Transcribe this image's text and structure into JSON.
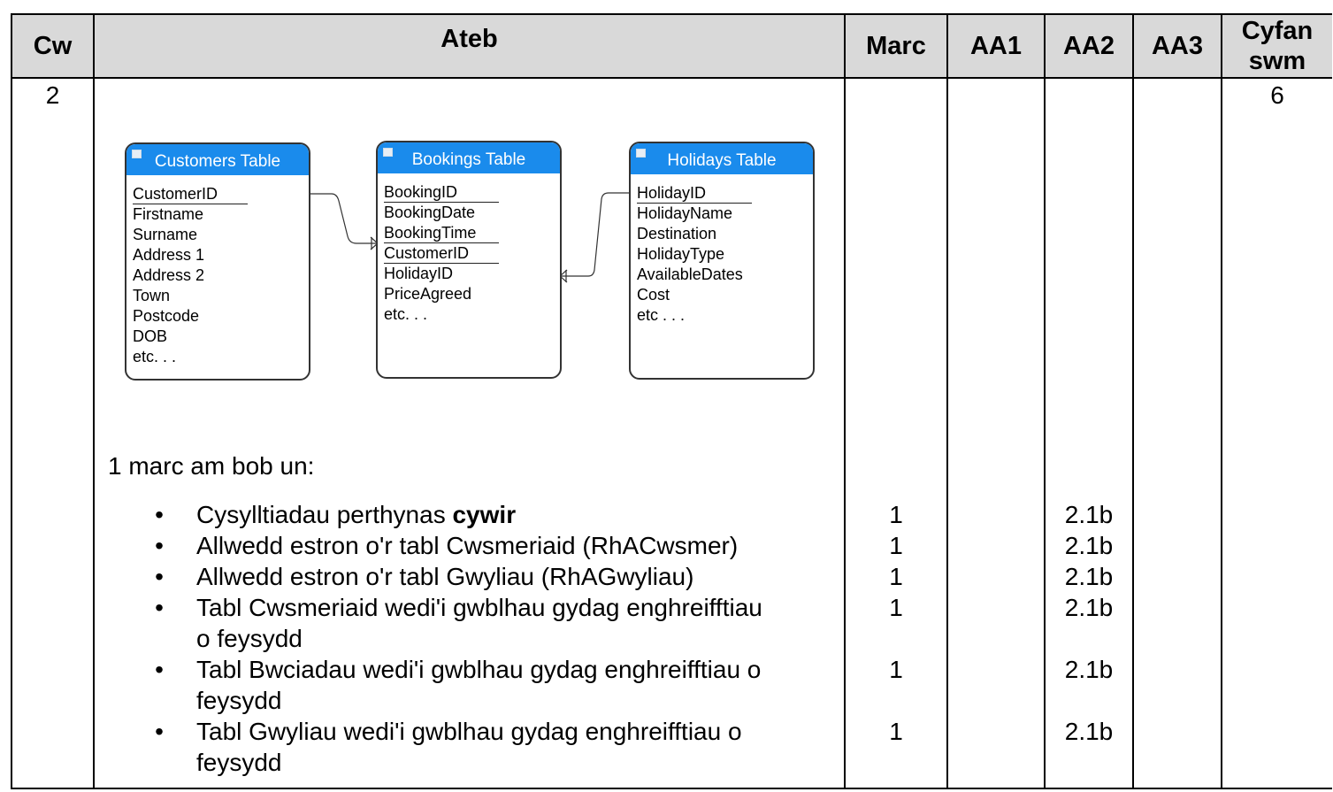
{
  "header": {
    "cw": "Cw",
    "ateb": "Ateb",
    "marc": "Marc",
    "aa1": "AA1",
    "aa2": "AA2",
    "aa3": "AA3",
    "cyfan_line1": "Cyfan",
    "cyfan_line2": "swm"
  },
  "row": {
    "question": "2",
    "total": "6"
  },
  "diagram": {
    "customers": {
      "title": "Customers Table",
      "fields": [
        "CustomerID",
        "Firstname",
        "Surname",
        "Address 1",
        "Address 2",
        "Town",
        "Postcode",
        "DOB",
        "etc. . ."
      ]
    },
    "bookings": {
      "title": "Bookings Table",
      "fields": [
        "BookingID",
        "BookingDate",
        "BookingTime",
        "CustomerID",
        "HolidayID",
        "PriceAgreed",
        "etc. . ."
      ]
    },
    "holidays": {
      "title": "Holidays Table",
      "fields": [
        "HolidayID",
        "HolidayName",
        "Destination",
        "HolidayType",
        "AvailableDates",
        "Cost",
        "etc . . ."
      ]
    }
  },
  "answer": {
    "intro": "1 marc am bob un:",
    "bullet_glyph": "•",
    "items": [
      {
        "pre": "Cysylltiadau perthynas ",
        "bold": "cywir",
        "line1": "",
        "line2": ""
      },
      {
        "line1": "Allwedd estron o'r tabl Cwsmeriaid (RhACwsmer)",
        "line2": ""
      },
      {
        "line1": "Allwedd estron o'r tabl Gwyliau (RhAGwyliau)",
        "line2": ""
      },
      {
        "line1": "Tabl Cwsmeriaid wedi'i gwblhau gydag enghreifftiau",
        "line2": "o feysydd"
      },
      {
        "line1": "Tabl Bwciadau wedi'i gwblhau gydag enghreifftiau o",
        "line2": "feysydd"
      },
      {
        "line1": "Tabl Gwyliau wedi'i gwblhau gydag enghreifftiau o",
        "line2": "feysydd"
      }
    ]
  },
  "marks": [
    "1",
    "1",
    "1",
    "1",
    "1",
    "1"
  ],
  "aa2": [
    "2.1b",
    "2.1b",
    "2.1b",
    "2.1b",
    "2.1b",
    "2.1b"
  ]
}
